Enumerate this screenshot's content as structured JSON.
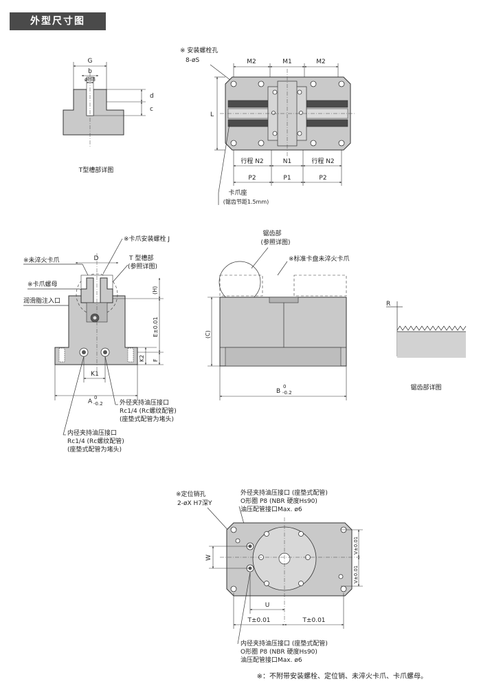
{
  "header": {
    "title": "外型尺寸图"
  },
  "tslot": {
    "caption": "T型槽部详图",
    "dims": {
      "G": "G",
      "b": "b",
      "a": "øH8",
      "d": "d",
      "c": "c"
    }
  },
  "top_view": {
    "bolt_note": "※ 安装螺栓孔",
    "bolt_spec": "8-øS",
    "dims": {
      "M2_left": "M2",
      "M1": "M1",
      "M2_right": "M2",
      "L": "L",
      "stroke_left": "行程  N2",
      "N1": "N1",
      "stroke_right": "行程  N2",
      "P2_left": "P2",
      "P1": "P1",
      "P2_right": "P2"
    },
    "jaw_seat": "卡爪座",
    "jaw_seat_pitch": "(锯齿节距1.5mm)"
  },
  "front_view": {
    "labels": {
      "jaw_bolt": "※卡爪安装螺栓 J",
      "soft_jaw": "※未淬火卡爪",
      "tslot": "T 型槽部",
      "tslot_ref": "(参照详图)",
      "jaw_nut": "※卡爪螺母",
      "grease": "润滑脂注入口"
    },
    "dims": {
      "D": "D",
      "H": "(H)",
      "E": "E±0.01",
      "K2": "K2",
      "F": "F",
      "K1": "K1",
      "A": "A",
      "A_tol_upper": "0",
      "A_tol_lower": "-0.2"
    },
    "outer_port": [
      "外径夹持油压接口",
      "Rc1/4 (Rc螺纹配管)",
      "(座垫式配管为堵头)"
    ],
    "inner_port": [
      "内径夹持油压接口",
      "Rc1/4 (Rc螺纹配管)",
      "(座垫式配管为堵头)"
    ]
  },
  "side_view": {
    "serration_label": "锯齿部",
    "serration_ref": "(参照详图)",
    "std_jaw": "※标准卡盘未淬火卡爪",
    "dims": {
      "C": "(C)",
      "B": "B",
      "B_tol_upper": "0",
      "B_tol_lower": "-0.2"
    }
  },
  "serration_detail": {
    "R": "R",
    "caption": "锯齿部详图"
  },
  "bottom_view": {
    "pin_note": "※定位销孔",
    "pin_spec": "2-øX H7深Y",
    "outer_port": [
      "外径夹持油压接口 (座垫式配管)",
      "O形圈 P8 (NBR 硬度Hs90)",
      "油压配管接口Max. ø6"
    ],
    "inner_port": [
      "内径夹持油压接口 (座垫式配管)",
      "O形圈 P8 (NBR 硬度Hs90)",
      "油压配管接口Max. ø6"
    ],
    "dims": {
      "W": "W",
      "V_upper": "V±0.01",
      "V_lower": "V±0.01",
      "U": "U",
      "T_left": "T±0.01",
      "T_right": "T±0.01"
    }
  },
  "footnote": "※：不附带安装螺栓、定位销、未淬火卡爪、卡爪螺母。"
}
